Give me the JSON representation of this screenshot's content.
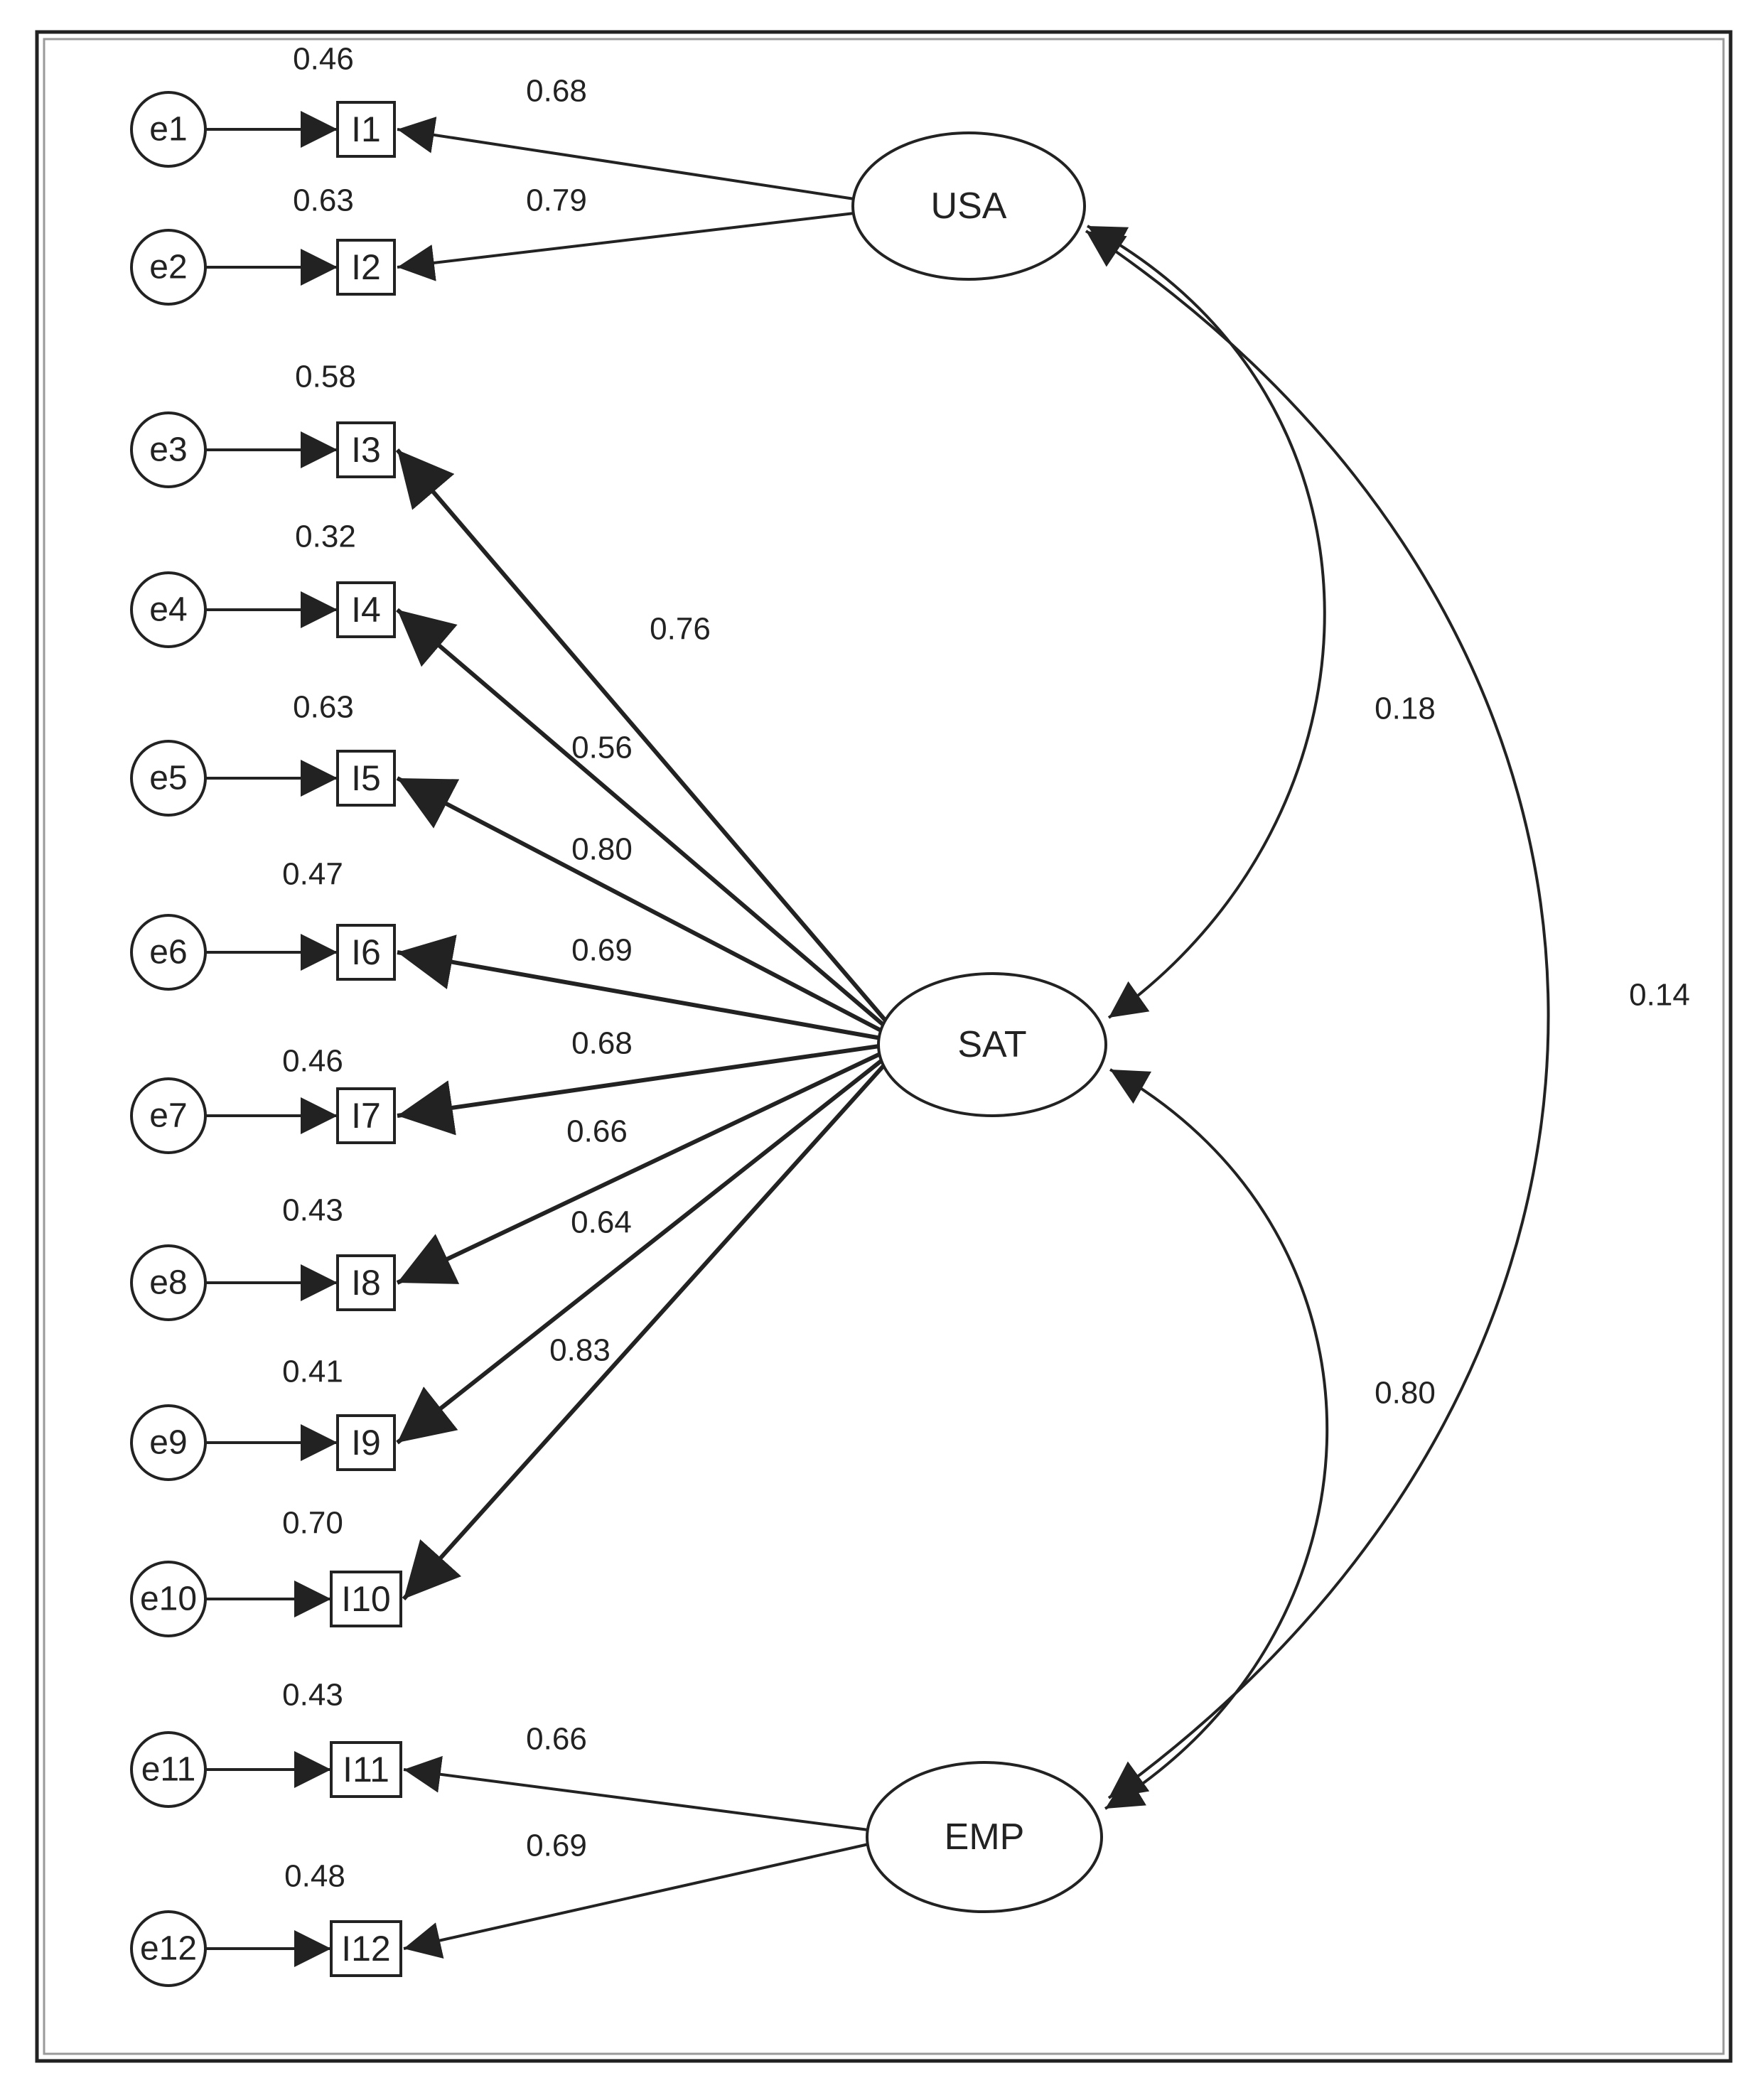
{
  "latents": [
    {
      "id": "usa",
      "label": "USA"
    },
    {
      "id": "sat",
      "label": "SAT"
    },
    {
      "id": "emp",
      "label": "EMP"
    }
  ],
  "items": [
    {
      "id": "I1",
      "label": "I1",
      "error": "e1",
      "r2": "0.46",
      "loading": "0.68",
      "factor": "usa"
    },
    {
      "id": "I2",
      "label": "I2",
      "error": "e2",
      "r2": "0.63",
      "loading": "0.79",
      "factor": "usa"
    },
    {
      "id": "I3",
      "label": "I3",
      "error": "e3",
      "r2": "0.58",
      "loading": "0.76",
      "factor": "sat"
    },
    {
      "id": "I4",
      "label": "I4",
      "error": "e4",
      "r2": "0.32",
      "loading": "0.56",
      "factor": "sat"
    },
    {
      "id": "I5",
      "label": "I5",
      "error": "e5",
      "r2": "0.63",
      "loading": "0.80",
      "factor": "sat"
    },
    {
      "id": "I6",
      "label": "I6",
      "error": "e6",
      "r2": "0.47",
      "loading": "0.69",
      "factor": "sat"
    },
    {
      "id": "I7",
      "label": "I7",
      "error": "e7",
      "r2": "0.46",
      "loading": "0.68",
      "factor": "sat"
    },
    {
      "id": "I8",
      "label": "I8",
      "error": "e8",
      "r2": "0.43",
      "loading": "0.66",
      "factor": "sat"
    },
    {
      "id": "I9",
      "label": "I9",
      "error": "e9",
      "r2": "0.41",
      "loading": "0.64",
      "factor": "sat"
    },
    {
      "id": "I10",
      "label": "I10",
      "error": "e10",
      "r2": "0.70",
      "loading": "0.83",
      "factor": "sat"
    },
    {
      "id": "I11",
      "label": "I11",
      "error": "e11",
      "r2": "0.43",
      "loading": "0.66",
      "factor": "emp"
    },
    {
      "id": "I12",
      "label": "I12",
      "error": "e12",
      "r2": "0.48",
      "loading": "0.69",
      "factor": "emp"
    }
  ],
  "correlations": [
    {
      "id": "usa-sat",
      "from": "usa",
      "to": "sat",
      "value": "0.18"
    },
    {
      "id": "sat-emp",
      "from": "sat",
      "to": "emp",
      "value": "0.80"
    },
    {
      "id": "usa-emp",
      "from": "usa",
      "to": "emp",
      "value": "0.14"
    }
  ]
}
